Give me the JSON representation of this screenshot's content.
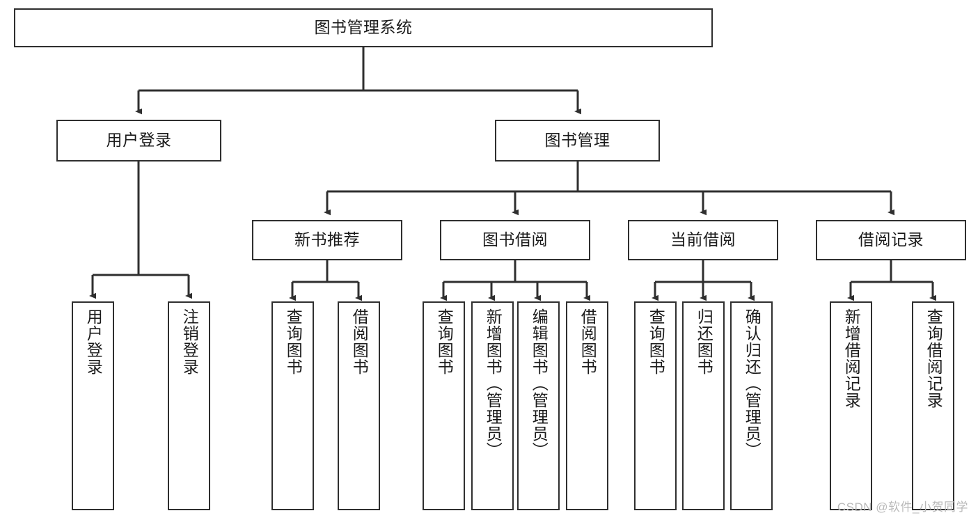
{
  "diagram": {
    "type": "tree",
    "title": "图书管理系统",
    "watermark": "CSDN @软件_小贺同学",
    "colors": {
      "box_border": "#2f2f2f",
      "box_fill": "#ffffff",
      "edge": "#2f2f2f",
      "text": "#1b1b1b",
      "watermark": "#b9b9b9"
    },
    "nodes": {
      "root": {
        "label": "图书管理系统"
      },
      "level2": [
        {
          "label": "用户登录"
        },
        {
          "label": "图书管理"
        }
      ],
      "level3": [
        {
          "label": "新书推荐"
        },
        {
          "label": "图书借阅"
        },
        {
          "label": "当前借阅"
        },
        {
          "label": "借阅记录"
        }
      ],
      "leaves_user_login": [
        {
          "label": "用户登录"
        },
        {
          "label": "注销登录"
        }
      ],
      "leaves_new_books": [
        {
          "label": "查询图书"
        },
        {
          "label": "借阅图书"
        }
      ],
      "leaves_borrow": [
        {
          "label": "查询图书"
        },
        {
          "label": "新增图书（管理员）"
        },
        {
          "label": "编辑图书（管理员）"
        },
        {
          "label": "借阅图书"
        }
      ],
      "leaves_current": [
        {
          "label": "查询图书"
        },
        {
          "label": "归还图书"
        },
        {
          "label": "确认归还（管理员）"
        }
      ],
      "leaves_records": [
        {
          "label": "新增借阅记录"
        },
        {
          "label": "查询借阅记录"
        }
      ]
    }
  }
}
